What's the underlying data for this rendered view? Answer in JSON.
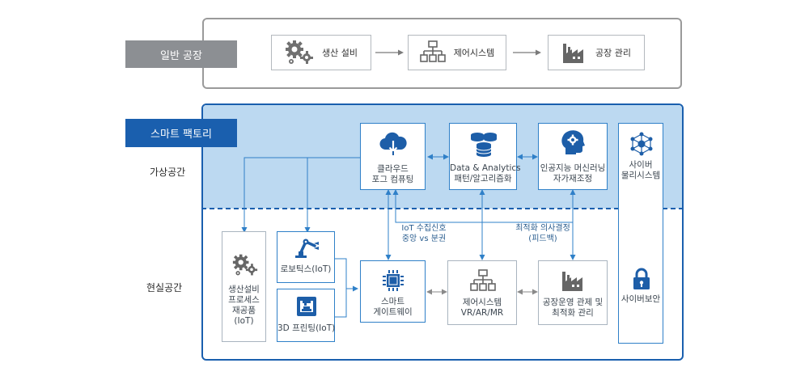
{
  "general_factory": {
    "label": "일반 공장",
    "items": [
      {
        "label": "생산 설비",
        "icon": "gears-icon"
      },
      {
        "label": "제어시스템",
        "icon": "hierarchy-icon"
      },
      {
        "label": "공장 관리",
        "icon": "factory-icon"
      }
    ]
  },
  "smart_factory": {
    "label": "스마트 팩토리",
    "virtual_label": "가상공간",
    "real_label": "현실공간",
    "cloud": {
      "line1": "클라우드",
      "line2": "포그 컴퓨팅",
      "icon": "cloud-icon"
    },
    "analytics": {
      "line1": "Data & Analytics",
      "line2": "패턴/알고리즘화",
      "icon": "database-icon"
    },
    "ai": {
      "line1": "인공지능 머신러닝",
      "line2": "자가재조정",
      "icon": "brain-icon"
    },
    "cps": {
      "line1": "사이버",
      "line2": "물리시스템",
      "icon": "network-icon"
    },
    "security": {
      "line1": "사이버보안",
      "icon": "lock-icon"
    },
    "production": {
      "line1": "생산설비",
      "line2": "프로세스",
      "line3": "재공품",
      "line4": "(IoT)",
      "icon": "gears-icon"
    },
    "robotics": {
      "label": "로보틱스(IoT)",
      "icon": "robot-arm-icon"
    },
    "printing": {
      "label": "3D 프린팅(IoT)",
      "icon": "printer-3d-icon"
    },
    "gateway": {
      "line1": "스마트",
      "line2": "게이트웨이",
      "icon": "chip-icon"
    },
    "control": {
      "line1": "제어시스템",
      "line2": "VR/AR/MR",
      "icon": "hierarchy-icon"
    },
    "operations": {
      "line1": "공장운영 관제 및",
      "line2": "최적화 관리",
      "icon": "factory-icon"
    },
    "annotations": {
      "iot_line1": "IoT 수집신호",
      "iot_line2": "중앙 vs 분권",
      "decision_line1": "최적화 의사결정",
      "decision_line2": "(피드백)"
    }
  },
  "colors": {
    "accent": "#1a5fae",
    "virtual_bg": "#bcd9f1",
    "line": "#2f80c8",
    "grey_label": "#8c8f93",
    "arrow_grey": "#7a7a7a"
  }
}
